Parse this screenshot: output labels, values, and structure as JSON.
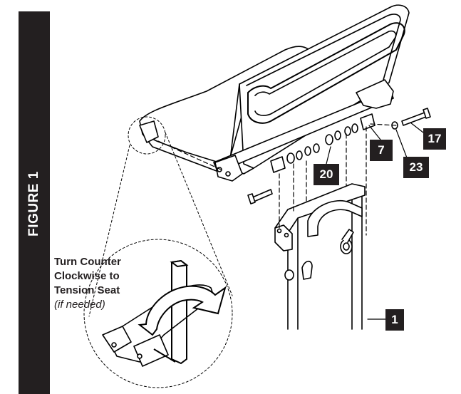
{
  "figure": {
    "title": "FIGURE 1"
  },
  "callouts": {
    "part_17": "17",
    "part_7": "7",
    "part_23": "23",
    "part_20": "20",
    "part_1": "1"
  },
  "instruction": {
    "line1": "Turn Counter",
    "line2": "Clockwise to",
    "line3": "Tension Seat",
    "note": "(if needed)"
  },
  "colors": {
    "label_background": "#231f20",
    "label_text": "#ffffff",
    "line_art": "#000000"
  },
  "icons": [
    "rotation-arrow-icon",
    "allen-wrench-icon"
  ]
}
